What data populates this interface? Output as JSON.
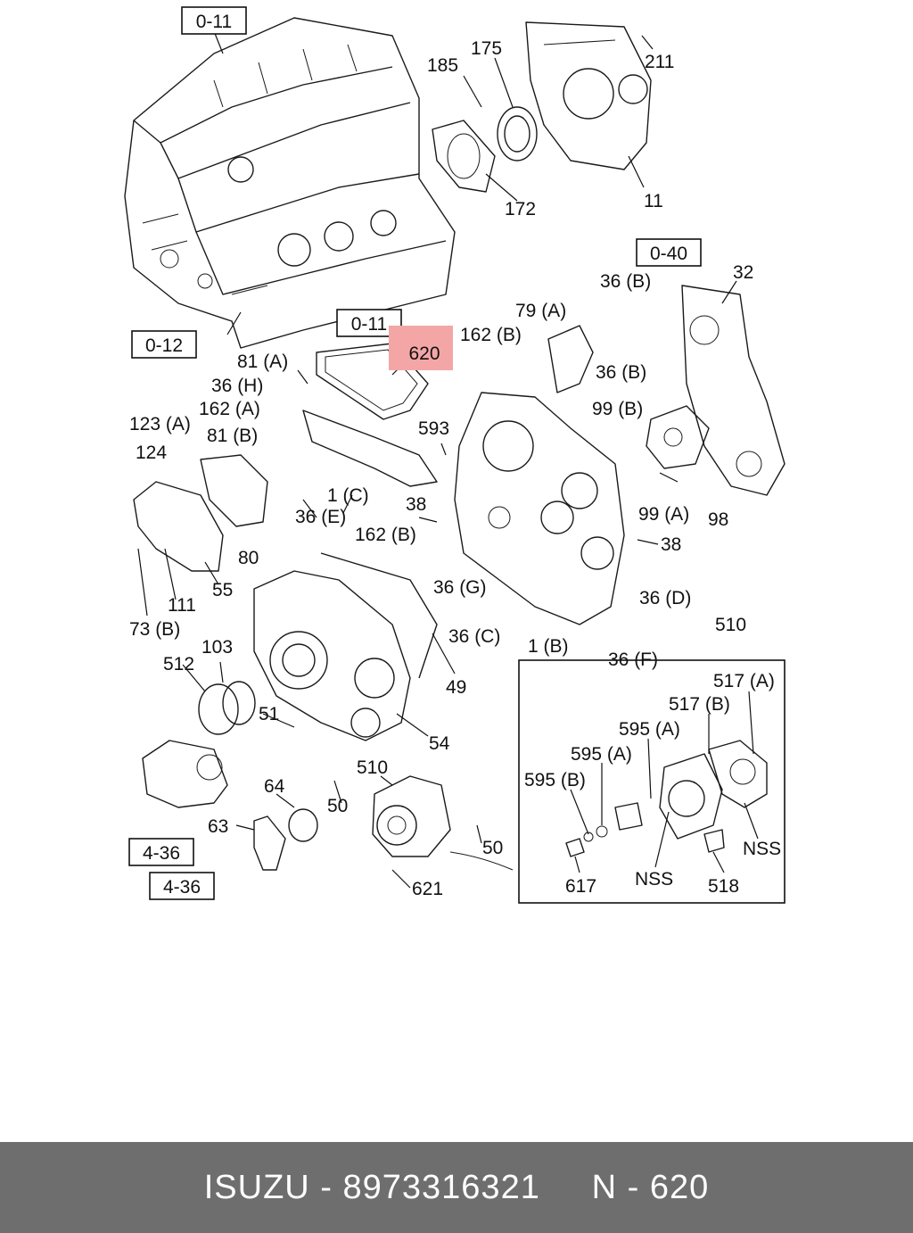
{
  "footer": {
    "brand": "ISUZU",
    "sep1": " - ",
    "part_number": "8973316321",
    "ref_code": "N - 620"
  },
  "colors": {
    "highlight": "#f4a6a6",
    "footer_bg": "#6e6e6e",
    "footer_text": "#ffffff",
    "line": "#111111"
  },
  "ref_boxes": [
    "0-11",
    "0-12",
    "0-11",
    "0-40",
    "4-36",
    "4-36"
  ],
  "highlight_label": "620",
  "labels": [
    "185",
    "175",
    "211",
    "172",
    "11",
    "32",
    "36 (B)",
    "79 (A)",
    "162 (B)",
    "36 (B)",
    "99 (B)",
    "81 (A)",
    "36 (H)",
    "162 (A)",
    "123 (A)",
    "81 (B)",
    "124",
    "593",
    "1 (C)",
    "36 (E)",
    "38",
    "162 (B)",
    "80",
    "55",
    "111",
    "73 (B)",
    "99 (A)",
    "98",
    "38",
    "36 (G)",
    "36 (D)",
    "36 (C)",
    "1 (B)",
    "36 (F)",
    "49",
    "103",
    "512",
    "51",
    "54",
    "510",
    "64",
    "50",
    "63",
    "50",
    "621",
    "510",
    "517 (A)",
    "517 (B)",
    "595 (A)",
    "595 (A)",
    "595 (B)",
    "NSS",
    "NSS",
    "617",
    "518"
  ]
}
